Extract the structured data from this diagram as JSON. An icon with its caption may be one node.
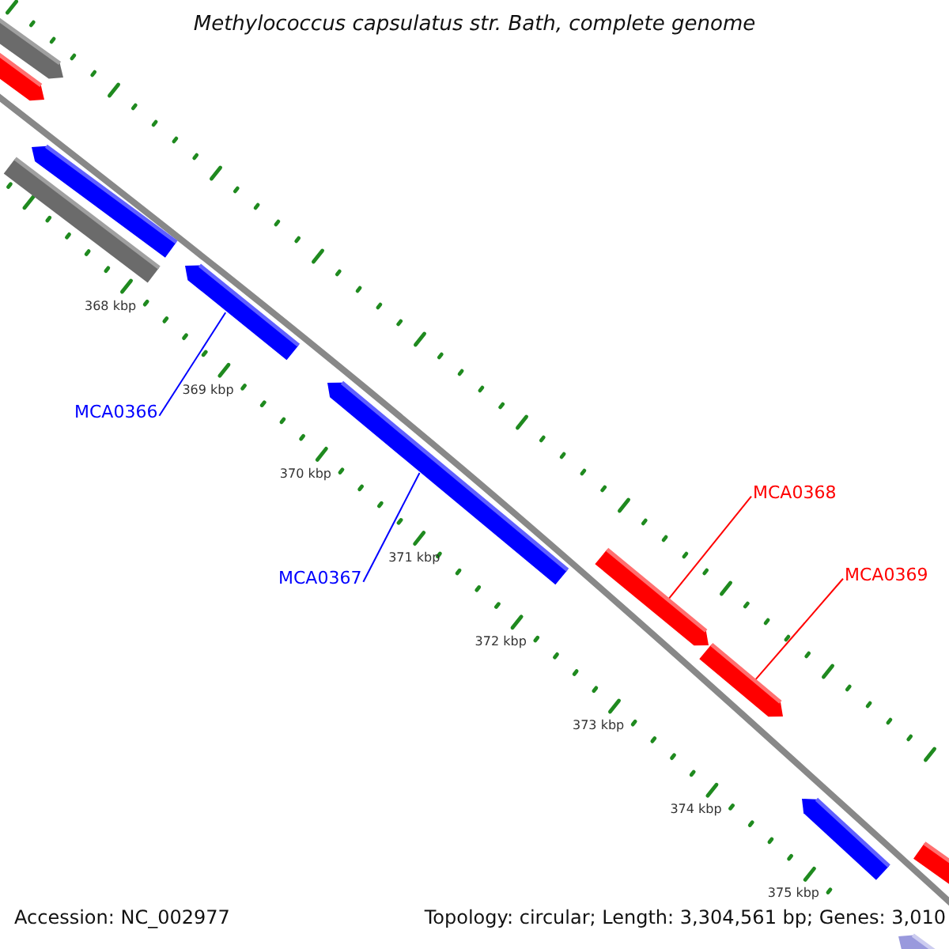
{
  "diagram": {
    "title": "Methylococcus capsulatus str. Bath, complete genome",
    "nodes": [
      {
        "text": [
          "MCA0366"
        ]
      },
      {
        "text": [],
        "shape": "bar"
      },
      {
        "text": [
          "MCA0367"
        ]
      },
      {
        "text": [],
        "shape": "bar"
      },
      {
        "text": [
          "MCA0368"
        ]
      },
      {
        "text": [],
        "shape": "bar"
      },
      {
        "text": [
          "MCA0369"
        ]
      },
      {
        "text": [],
        "shape": "bar"
      }
    ],
    "edges": [
      {
        "from": 0,
        "to": 1,
        "arrow": "none",
        "color": "#0000ff"
      },
      {
        "from": 2,
        "to": 3,
        "arrow": "none",
        "color": "#0000ff"
      },
      {
        "from": 4,
        "to": 5,
        "arrow": "none",
        "color": "#ff0000"
      },
      {
        "from": 6,
        "to": 7,
        "arrow": "none",
        "color": "#ff0000"
      }
    ],
    "labels": [
      "368 kbp",
      "369 kbp",
      "370 kbp",
      "371 kbp",
      "372 kbp",
      "373 kbp",
      "374 kbp",
      "375 kbp",
      "Accession: NC_002977",
      "Topology: circular; Length: 3,304,561 bp; Genes: 3,010"
    ]
  }
}
